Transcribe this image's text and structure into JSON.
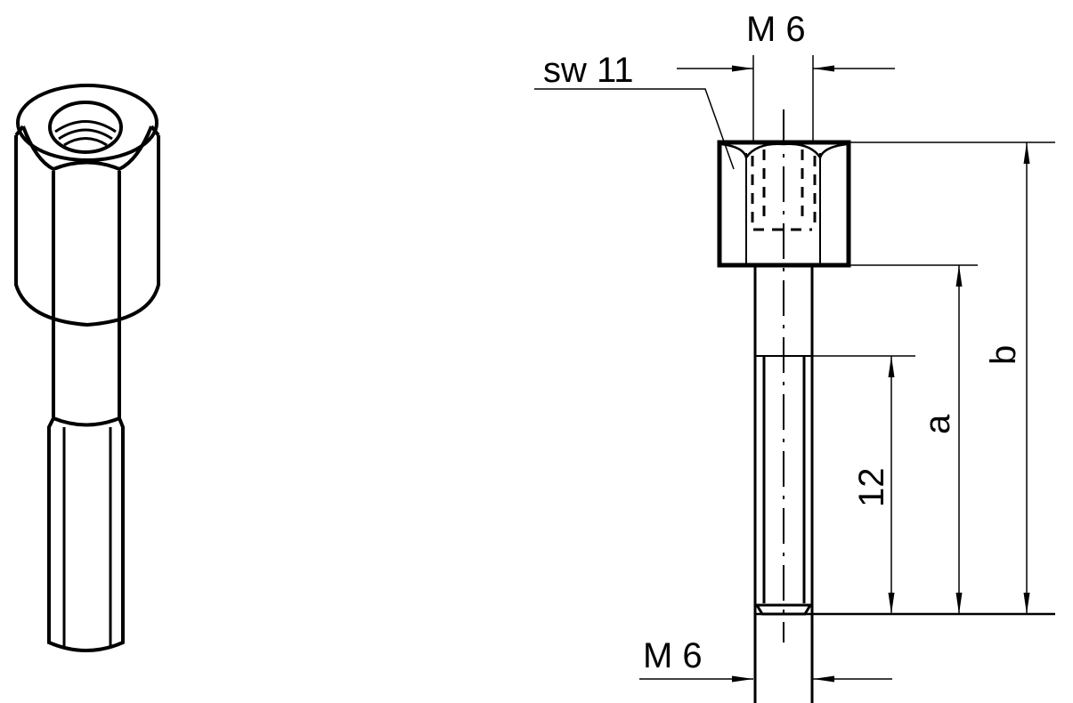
{
  "drawing": {
    "labels": {
      "top_thread": "M 6",
      "wrench_size": "sw 11",
      "bottom_thread": "M 6",
      "dim_b": "b",
      "dim_a": "a",
      "dim_thread_length": "12"
    },
    "colors": {
      "line": "#000000",
      "background": "#ffffff"
    }
  }
}
